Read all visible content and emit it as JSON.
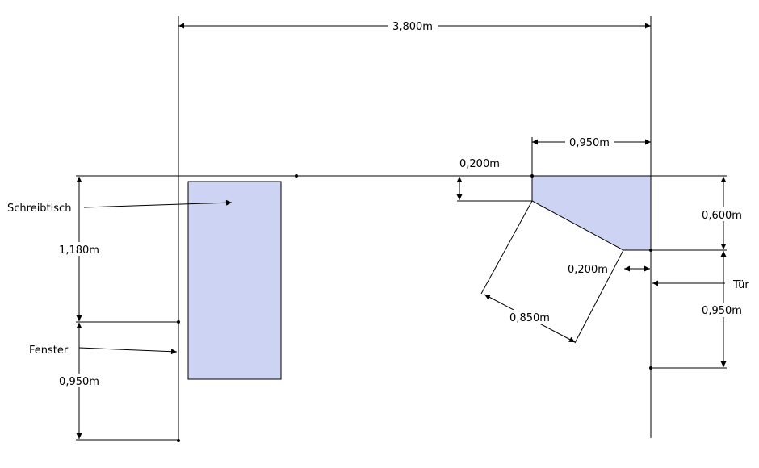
{
  "labels": {
    "total_width": "3,800m",
    "top_right_width": "0,950m",
    "offset_200_top": "0,200m",
    "right_depth": "0,600m",
    "offset_200_mid": "0,200m",
    "diagonal": "0,850m",
    "door_height": "0,950m",
    "left_height": "1,180m",
    "window_height": "0,950m",
    "desk": "Schreibtisch",
    "window": "Fenster",
    "door": "Tür"
  },
  "colors": {
    "furniture_fill": "#ccd3f3"
  }
}
